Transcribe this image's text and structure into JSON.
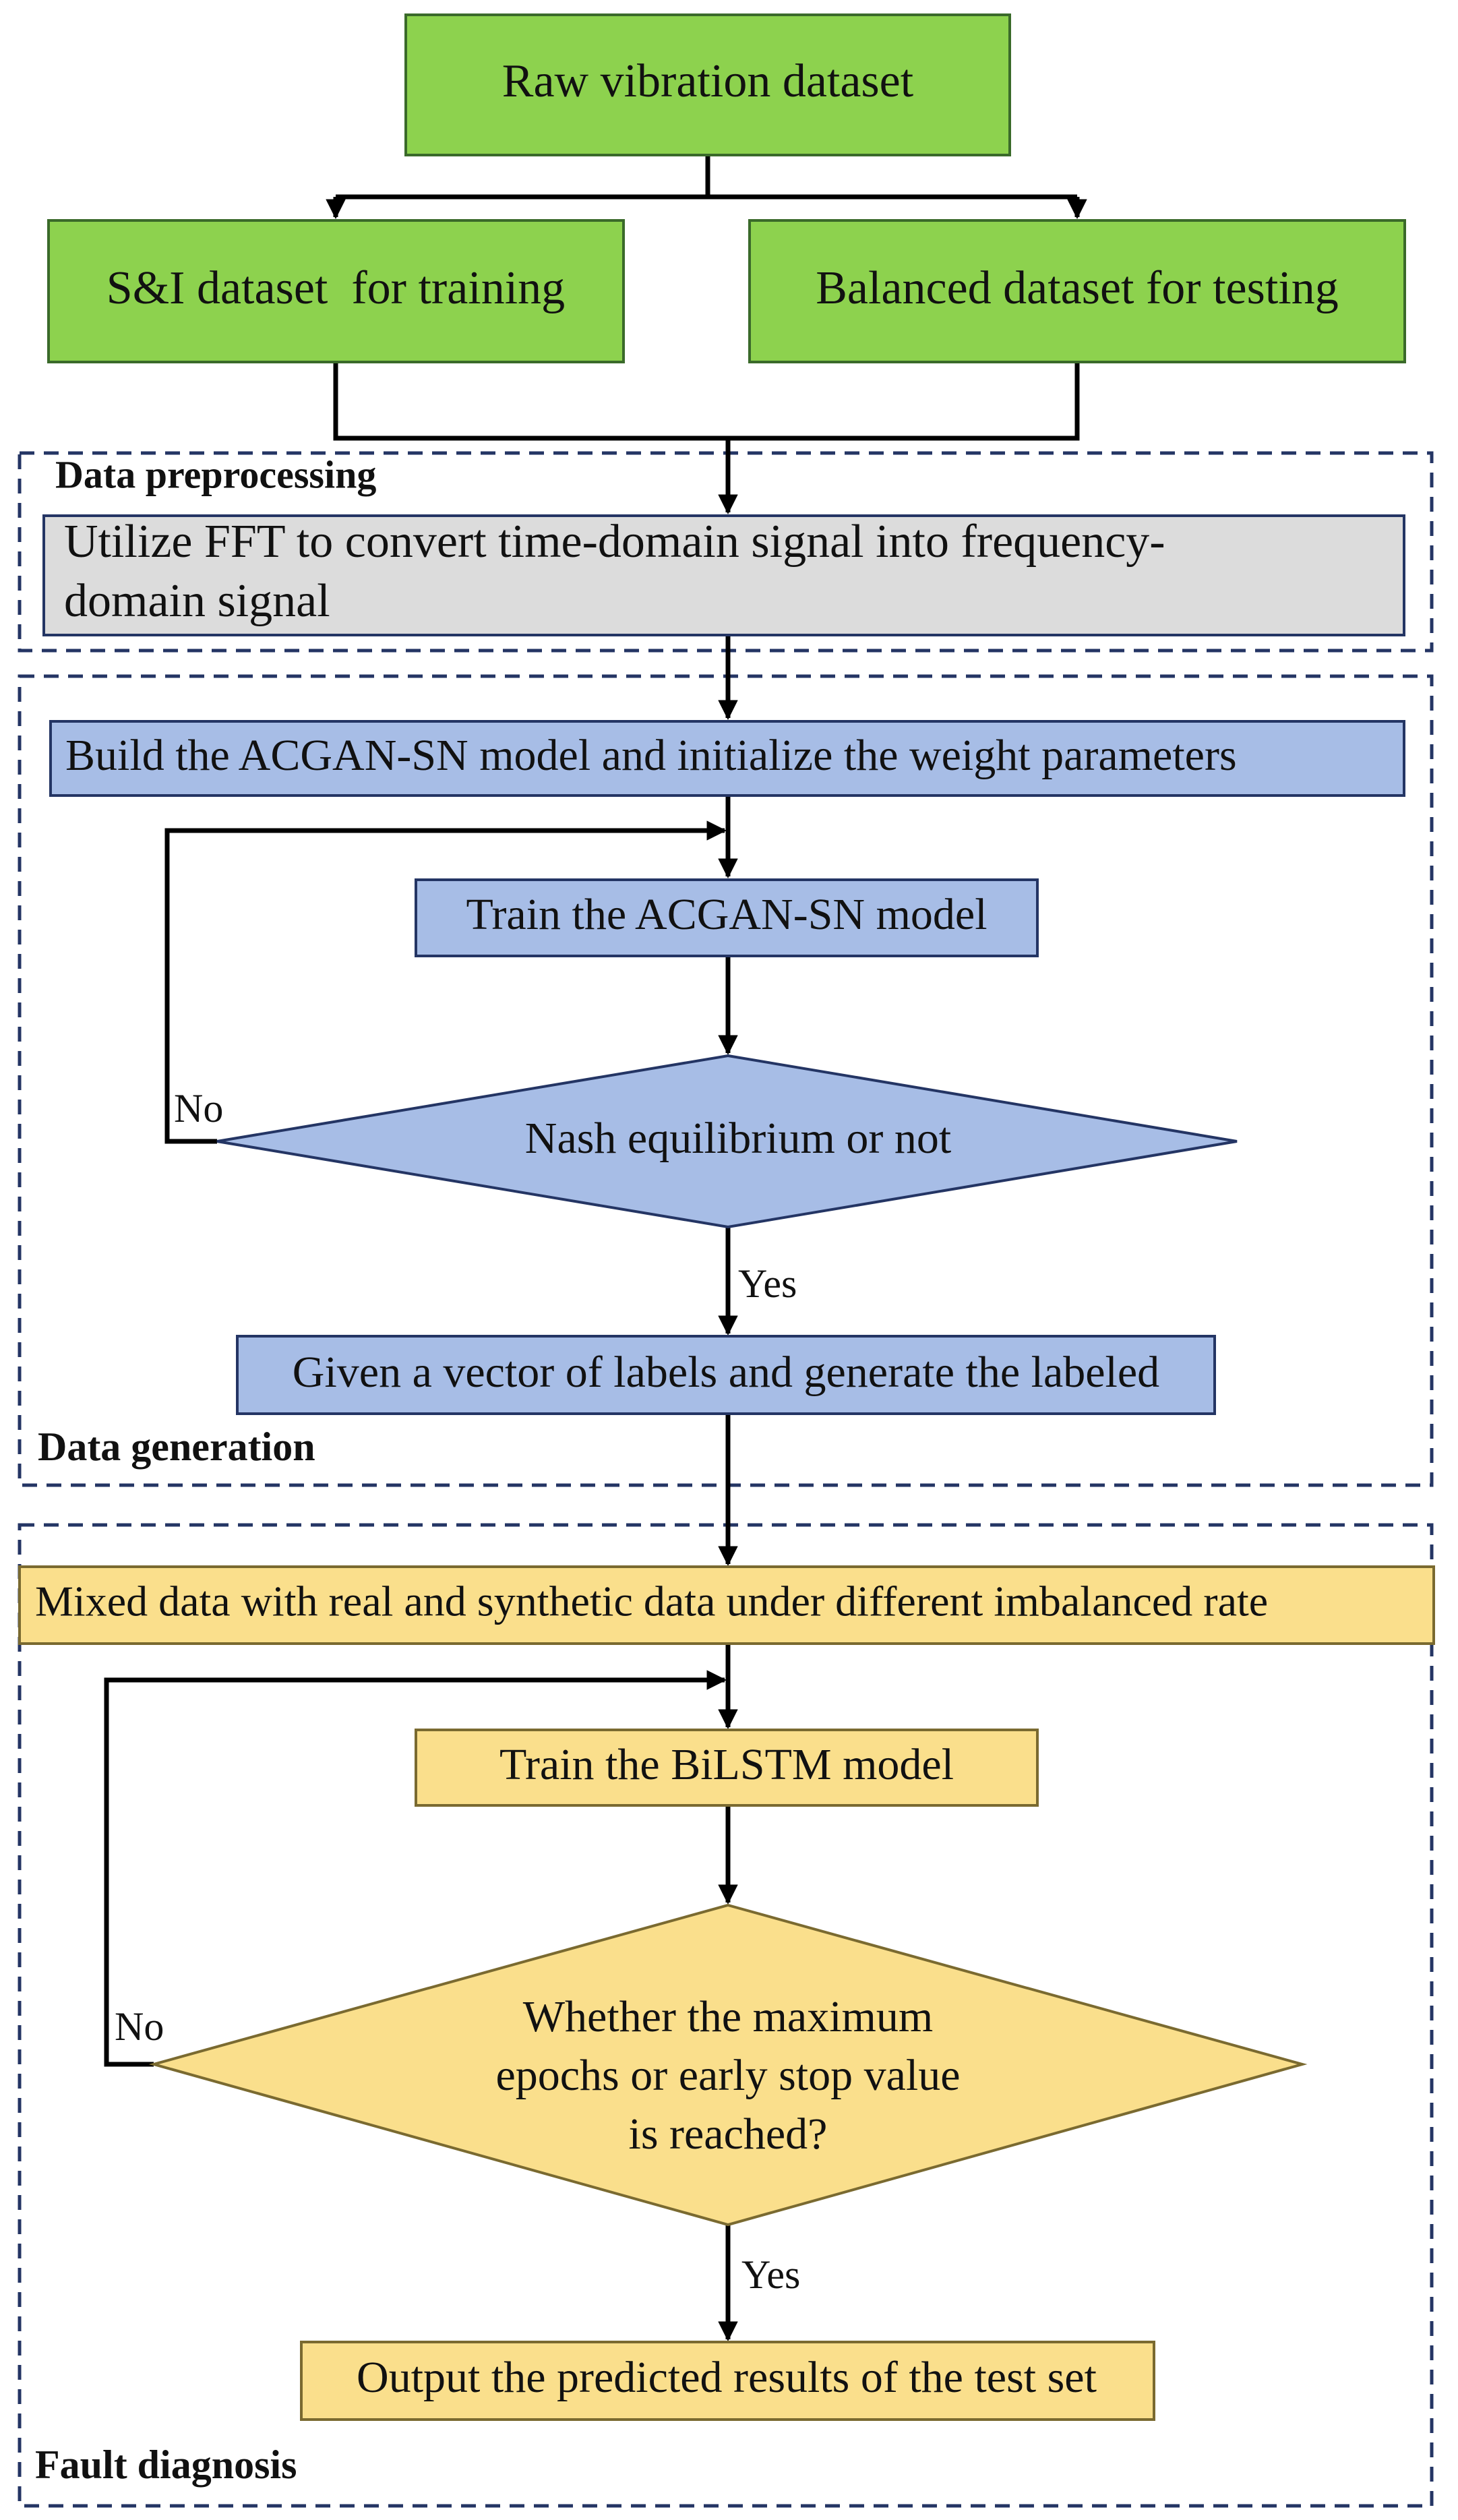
{
  "colors": {
    "green": "#8DD24E",
    "gray": "#DCDCDC",
    "blue": "#A7BDE6",
    "yellow": "#FADF8C",
    "line": "#000000",
    "dash": "#243564"
  },
  "nodes": {
    "raw_dataset": "Raw vibration dataset",
    "train_dataset": "S&I dataset  for training",
    "test_dataset": "Balanced dataset for testing",
    "fft_line1": "Utilize FFT to convert time-domain signal into frequency-",
    "fft_line2": "domain signal",
    "build_acgan": "Build the ACGAN-SN model and initialize the weight parameters",
    "train_acgan": "Train the ACGAN-SN model",
    "nash": "Nash equilibrium or not",
    "generate": "Given a vector of labels and generate the labeled",
    "mixed": "Mixed data with real and synthetic data under different imbalanced rate",
    "train_bilstm": "Train the BiLSTM model",
    "check_line1": "Whether the maximum",
    "check_line2": "epochs or early stop value",
    "check_line3": "is reached?",
    "output": "Output the predicted results of the test set"
  },
  "sections": {
    "preprocessing": "Data preprocessing",
    "generation": "Data generation",
    "diagnosis": "Fault diagnosis"
  },
  "edges": {
    "no_1": "No",
    "yes_1": "Yes",
    "no_2": "No",
    "yes_2": "Yes"
  }
}
